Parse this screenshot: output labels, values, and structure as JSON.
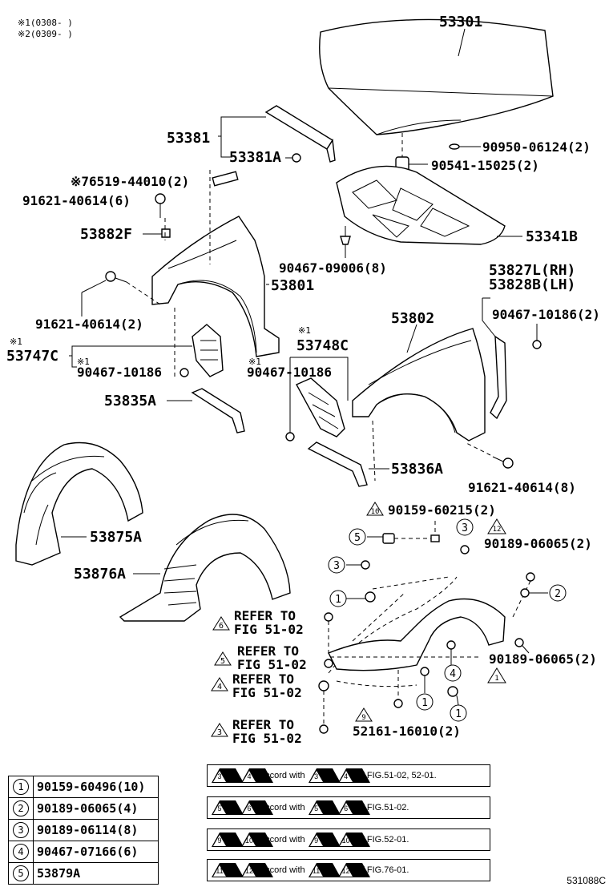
{
  "notes": [
    "※1(0308-        )",
    "※2(0309-        )"
  ],
  "labels": {
    "p53301": "53301",
    "p53381": "53381",
    "p53381a": "53381A",
    "p90950": "90950-06124(2)",
    "p90541": "90541-15025(2)",
    "p76519": "※76519-44010(2)",
    "p91621a": "91621-40614(6)",
    "p53882f": "53882F",
    "p53341b": "53341B",
    "p90467a": "90467-09006(8)",
    "p53801": "53801",
    "p53827l": "53827L(RH)",
    "p53828b": "53828B(LH)",
    "p91621b": "91621-40614(2)",
    "p53802": "53802",
    "p90467b": "90467-10186(2)",
    "star1a": "※1",
    "star1b": "※1",
    "star1c": "※1",
    "star1d": "※1",
    "p53748c": "53748C",
    "p53747c": "53747C",
    "p90467c": "90467-10186",
    "p90467d": "90467-10186",
    "p53835a": "53835A",
    "p53836a": "53836A",
    "p91621c": "91621-40614(8)",
    "p90159a": "90159-60215(2)",
    "p53875a": "53875A",
    "p90189a": "90189-06065(2)",
    "p53876a": "53876A",
    "ref": "REFER TO",
    "fig": "FIG 51-02",
    "p90189b": "90189-06065(2)",
    "p52161": "52161-16010(2)"
  },
  "marks": {
    "c1": "1",
    "c2": "2",
    "c3": "3",
    "c4": "4",
    "c5": "5",
    "t1": "1",
    "t3": "3",
    "t4": "4",
    "t5": "5",
    "t6": "6",
    "t9": "9",
    "t10": "10",
    "t12": "12"
  },
  "legend": [
    {
      "num": "1",
      "part": "90159-60496(10)"
    },
    {
      "num": "2",
      "part": "90189-06065(4)"
    },
    {
      "num": "3",
      "part": "90189-06114(8)"
    },
    {
      "num": "4",
      "part": "90467-07166(6)"
    },
    {
      "num": "5",
      "part": "53879A"
    }
  ],
  "accord": [
    {
      "a": "3",
      "b": "4",
      "c": "3",
      "d": "4",
      "text": "accord with",
      "of": "of FIG.51-02, 52-01."
    },
    {
      "a": "5",
      "b": "6",
      "c": "5",
      "d": "6",
      "text": "accord with",
      "of": "of FIG.51-02."
    },
    {
      "a": "9",
      "b": "10",
      "c": "9",
      "d": "10",
      "text": "accord with",
      "of": "of FIG.52-01."
    },
    {
      "a": "11",
      "b": "12",
      "c": "11",
      "d": "12",
      "text": "accord with",
      "of": "of FIG.76-01."
    }
  ],
  "sep": "、",
  "catalog": "531088C"
}
